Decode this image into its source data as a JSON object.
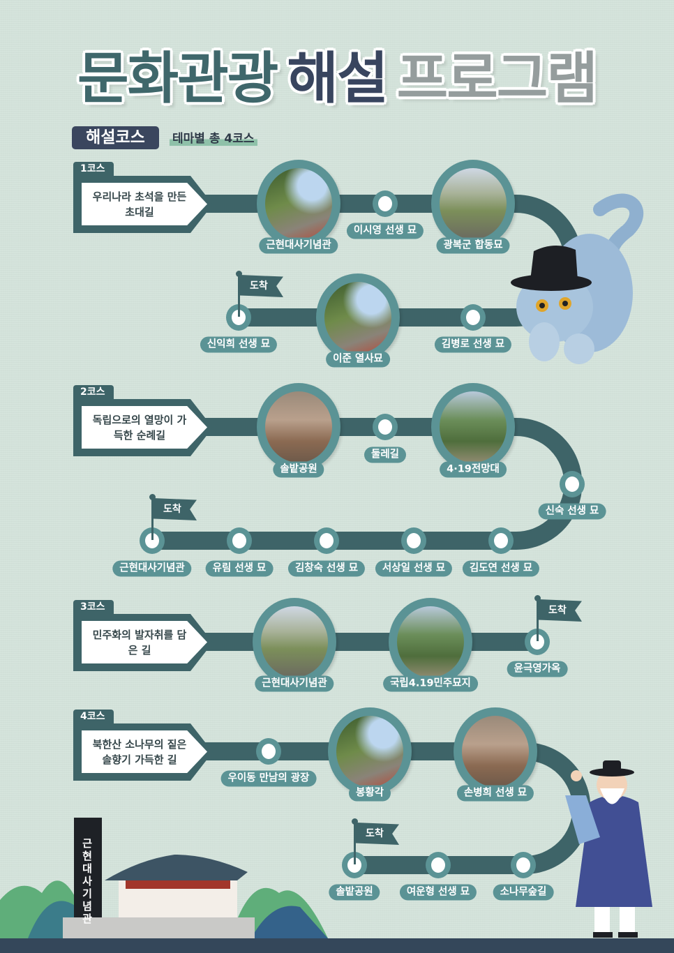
{
  "header": {
    "title_part1": "문화관광",
    "title_part2": "해설",
    "title_part3": "프로그램",
    "badge": "해설코스",
    "subtitle": "테마별 총 4코스"
  },
  "arrival_label": "도착",
  "courses": [
    {
      "tab": "1코스",
      "name": "우리나라 초석을 만든 초대길",
      "stops": [
        "근현대사기념관",
        "이시영 선생 묘",
        "광복군 합동묘",
        "김병로 선생 묘",
        "이준 열사묘",
        "신익희 선생 묘"
      ]
    },
    {
      "tab": "2코스",
      "name": "독립으로의 열망이 가득한 순례길",
      "stops": [
        "솔밭공원",
        "둘레길",
        "4·19전망대",
        "신숙 선생 묘",
        "김도연 선생 묘",
        "서상일 선생 묘",
        "김창숙 선생 묘",
        "유림 선생 묘",
        "근현대사기념관"
      ]
    },
    {
      "tab": "3코스",
      "name": "민주화의 발자취를 담은 길",
      "stops": [
        "근현대사기념관",
        "국립4.19민주묘지",
        "윤극영가옥"
      ]
    },
    {
      "tab": "4코스",
      "name": "북한산 소나무의 짙은 솔향기 가득한 길",
      "stops": [
        "우이동 만남의 광장",
        "봉황각",
        "손병희 선생 묘",
        "소나무숲길",
        "여운형 선생 묘",
        "솔밭공원"
      ]
    }
  ],
  "building_sign": "근현대사기념관",
  "colors": {
    "track": "#3e6468",
    "node": "#5b9395",
    "navy": "#3a465e",
    "background": "#d4e3db"
  }
}
